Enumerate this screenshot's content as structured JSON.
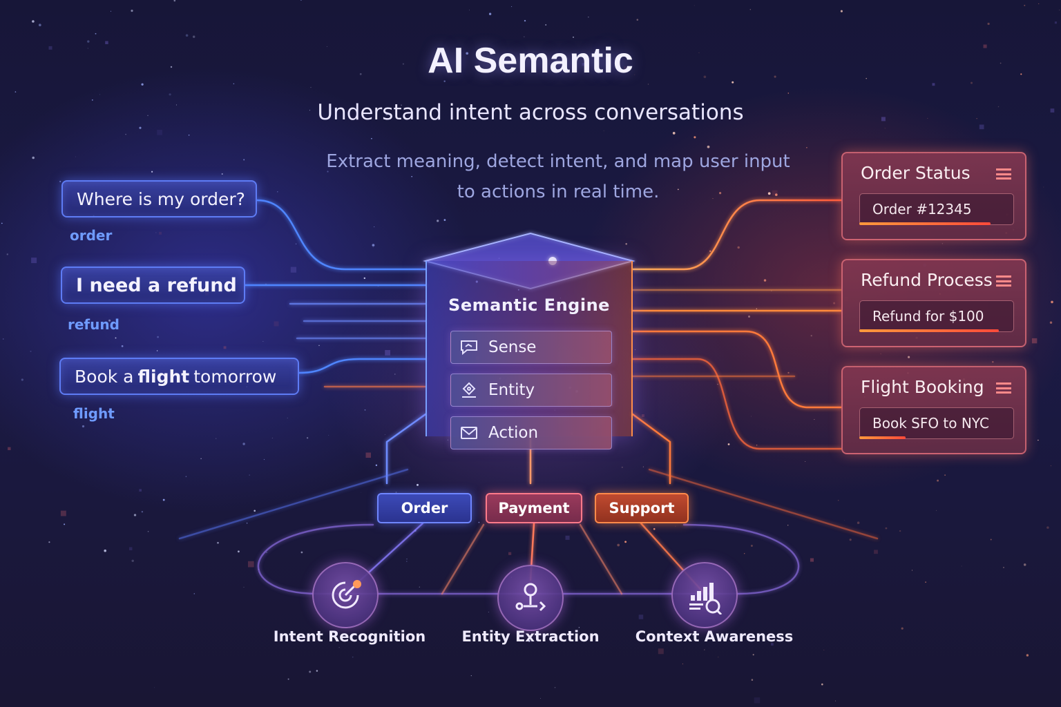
{
  "header": {
    "title": "AI Semantic",
    "subtitle": "Understand intent across conversations",
    "description_line1": "Extract meaning, detect intent, and map user input",
    "description_line2": "to actions in real time."
  },
  "inputs": [
    {
      "pre": "Where is my order?",
      "bold": "",
      "post": "",
      "keyword": "order"
    },
    {
      "pre": "",
      "bold": "I need a refund",
      "post": "",
      "keyword": "refund"
    },
    {
      "pre": "Book a",
      "bold": "flight",
      "post": "tomorrow",
      "keyword": "flight"
    }
  ],
  "engine": {
    "title": "Semantic Engine",
    "rows": [
      {
        "label": "Sense",
        "icon": "chat-bubble-icon"
      },
      {
        "label": "Entity",
        "icon": "entity-tag-icon"
      },
      {
        "label": "Action",
        "icon": "envelope-icon"
      }
    ]
  },
  "categories": [
    "Order",
    "Payment",
    "Support"
  ],
  "outputs": [
    {
      "title": "Order Status",
      "field": "Order #12345",
      "progress": 0.85
    },
    {
      "title": "Refund Process",
      "field": "Refund for $100",
      "progress": 0.9
    },
    {
      "title": "Flight Booking",
      "field": "Book SFO to NYC",
      "progress": 0.3
    }
  ],
  "features": [
    {
      "label": "Intent Recognition",
      "icon": "intent-target-icon"
    },
    {
      "label": "Entity Extraction",
      "icon": "entity-node-icon"
    },
    {
      "label": "Context Awareness",
      "icon": "context-chart-icon"
    }
  ],
  "colors": {
    "blue_accent": "#5e7cf5",
    "orange_accent": "#ff7a3a",
    "keyword": "#6f9bff",
    "background": "#1b1a45"
  }
}
